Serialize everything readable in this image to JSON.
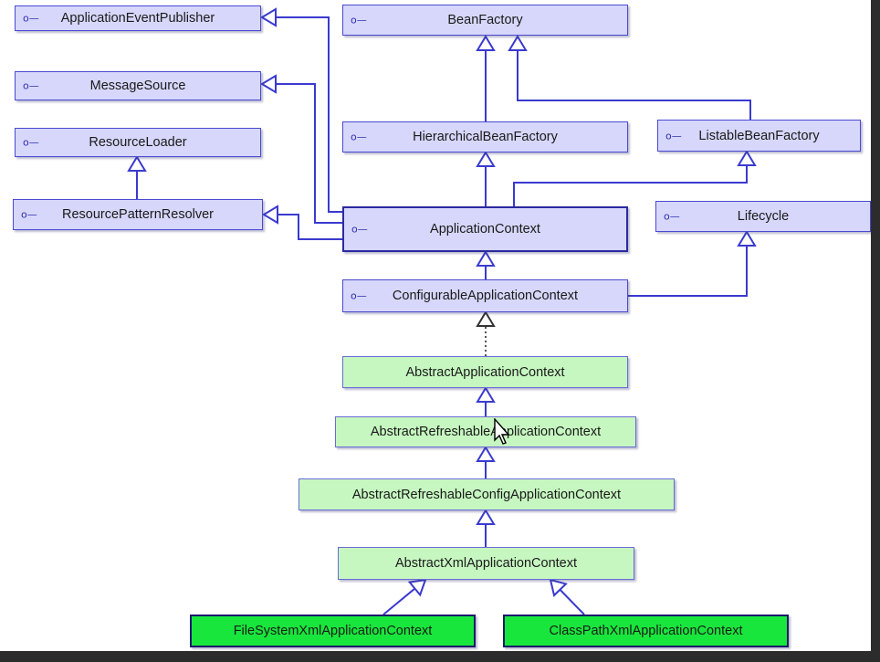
{
  "nodes": [
    {
      "id": "applicationEventPublisher",
      "label": "ApplicationEventPublisher",
      "kind": "interface",
      "icon": "interface-icon"
    },
    {
      "id": "beanFactory",
      "label": "BeanFactory",
      "kind": "interface",
      "icon": "interface-icon"
    },
    {
      "id": "messageSource",
      "label": "MessageSource",
      "kind": "interface",
      "icon": "interface-icon"
    },
    {
      "id": "resourceLoader",
      "label": "ResourceLoader",
      "kind": "interface",
      "icon": "interface-icon"
    },
    {
      "id": "hierarchicalBeanFactory",
      "label": "HierarchicalBeanFactory",
      "kind": "interface",
      "icon": "interface-icon"
    },
    {
      "id": "listableBeanFactory",
      "label": "ListableBeanFactory",
      "kind": "interface",
      "icon": "interface-icon"
    },
    {
      "id": "resourcePatternResolver",
      "label": "ResourcePatternResolver",
      "kind": "interface",
      "icon": "interface-icon"
    },
    {
      "id": "applicationContext",
      "label": "ApplicationContext",
      "kind": "interface",
      "icon": "interface-icon"
    },
    {
      "id": "lifecycle",
      "label": "Lifecycle",
      "kind": "interface",
      "icon": "interface-icon"
    },
    {
      "id": "configurableApplicationContext",
      "label": "ConfigurableApplicationContext",
      "kind": "interface",
      "icon": "interface-icon"
    },
    {
      "id": "abstractApplicationContext",
      "label": "AbstractApplicationContext",
      "kind": "abstract"
    },
    {
      "id": "abstractRefreshableApplicationContext",
      "label": "AbstractRefreshableApplicationContext",
      "kind": "abstract"
    },
    {
      "id": "abstractRefreshableConfigApplicationContext",
      "label": "AbstractRefreshableConfigApplicationContext",
      "kind": "abstract"
    },
    {
      "id": "abstractXmlApplicationContext",
      "label": "AbstractXmlApplicationContext",
      "kind": "abstract"
    },
    {
      "id": "fileSystemXmlApplicationContext",
      "label": "FileSystemXmlApplicationContext",
      "kind": "concrete"
    },
    {
      "id": "classPathXmlApplicationContext",
      "label": "ClassPathXmlApplicationContext",
      "kind": "concrete"
    }
  ],
  "edges": [
    {
      "from": "hierarchicalBeanFactory",
      "to": "beanFactory",
      "style": "solid"
    },
    {
      "from": "listableBeanFactory",
      "to": "beanFactory",
      "style": "solid"
    },
    {
      "from": "resourcePatternResolver",
      "to": "resourceLoader",
      "style": "solid"
    },
    {
      "from": "applicationContext",
      "to": "applicationEventPublisher",
      "style": "solid"
    },
    {
      "from": "applicationContext",
      "to": "messageSource",
      "style": "solid"
    },
    {
      "from": "applicationContext",
      "to": "resourcePatternResolver",
      "style": "solid"
    },
    {
      "from": "applicationContext",
      "to": "hierarchicalBeanFactory",
      "style": "solid"
    },
    {
      "from": "applicationContext",
      "to": "listableBeanFactory",
      "style": "solid"
    },
    {
      "from": "configurableApplicationContext",
      "to": "applicationContext",
      "style": "solid"
    },
    {
      "from": "configurableApplicationContext",
      "to": "lifecycle",
      "style": "solid"
    },
    {
      "from": "abstractApplicationContext",
      "to": "configurableApplicationContext",
      "style": "dashed"
    },
    {
      "from": "abstractRefreshableApplicationContext",
      "to": "abstractApplicationContext",
      "style": "solid"
    },
    {
      "from": "abstractRefreshableConfigApplicationContext",
      "to": "abstractRefreshableApplicationContext",
      "style": "solid"
    },
    {
      "from": "abstractXmlApplicationContext",
      "to": "abstractRefreshableConfigApplicationContext",
      "style": "solid"
    },
    {
      "from": "fileSystemXmlApplicationContext",
      "to": "abstractXmlApplicationContext",
      "style": "solid"
    },
    {
      "from": "classPathXmlApplicationContext",
      "to": "abstractXmlApplicationContext",
      "style": "solid"
    }
  ],
  "colors": {
    "interface_fill": "#d7d7fb",
    "abstract_fill": "#c6f7c0",
    "concrete_fill": "#19e63c",
    "edge": "#3a3ad0"
  }
}
